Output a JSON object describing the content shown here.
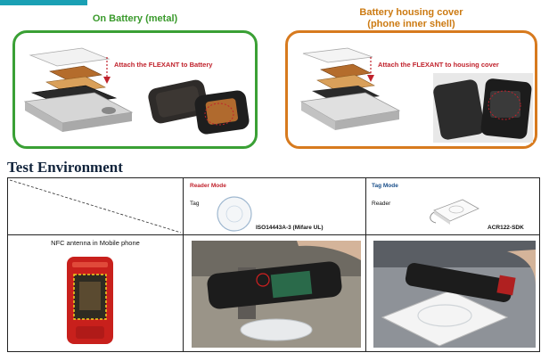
{
  "top_panels": {
    "left": {
      "title": "On Battery (metal)",
      "instruction": "Attach the FLEXANT to Battery"
    },
    "right": {
      "title_line1": "Battery housing cover",
      "title_line2": "(phone inner shell)",
      "instruction": "Attach the FLEXANT to housing cover"
    }
  },
  "section_title": "Test Environment",
  "table": {
    "reader_mode": {
      "title": "Reader Mode",
      "sub_label": "Tag",
      "device": "ISO14443A-3 (Mifare UL)"
    },
    "tag_mode": {
      "title": "Tag Mode",
      "sub_label": "Reader",
      "device": "ACR122-SDK"
    },
    "row_label": "NFC antenna in Mobile phone"
  },
  "colors": {
    "accent_teal": "#1aa0b4",
    "green_frame": "#3aa035",
    "orange_frame": "#d77a1e",
    "red_text": "#c0222c"
  }
}
